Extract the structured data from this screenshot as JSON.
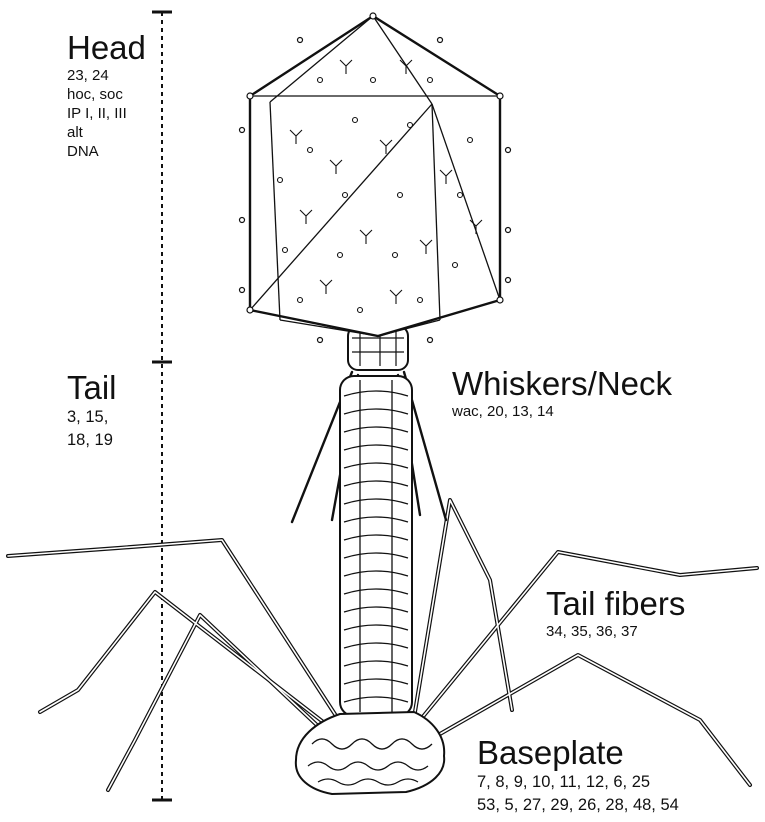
{
  "colors": {
    "ink": "#111111",
    "background": "#ffffff"
  },
  "labels": {
    "head": {
      "title": "Head",
      "genes": [
        "23, 24",
        "hoc, soc",
        "IP I, II, III",
        "alt",
        "DNA"
      ]
    },
    "tail": {
      "title": "Tail",
      "genes": [
        "3, 15,",
        "18, 19"
      ]
    },
    "whiskers": {
      "title": "Whiskers/Neck",
      "genes": [
        "wac, 20, 13, 14"
      ]
    },
    "tail_fibers": {
      "title": "Tail fibers",
      "genes": [
        "34, 35, 36, 37"
      ]
    },
    "baseplate": {
      "title": "Baseplate",
      "genes": [
        "7, 8, 9, 10, 11, 12, 6, 25",
        "53, 5, 27, 29, 26, 28, 48, 54"
      ]
    }
  }
}
